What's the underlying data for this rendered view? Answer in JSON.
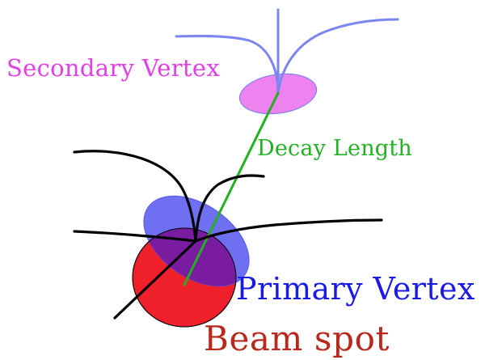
{
  "labels": {
    "secondary_vertex": "Secondary Vertex",
    "decay_length": "Decay Length",
    "primary_vertex": "Primary Vertex",
    "beam_spot": "Beam spot"
  },
  "colors": {
    "secondary_vertex_text": "#e23fe6",
    "secondary_vertex_fill": "#ee82ee",
    "secondary_tracks": "#7b86f0",
    "decay_length": "#22b122",
    "primary_vertex_text": "#1a1ae6",
    "primary_vertex_fill": "#6f6ff2",
    "overlap_fill": "#7a1ca0",
    "beam_spot_text": "#b8281c",
    "beam_spot_fill": "#f0202a",
    "primary_tracks": "#000000"
  }
}
